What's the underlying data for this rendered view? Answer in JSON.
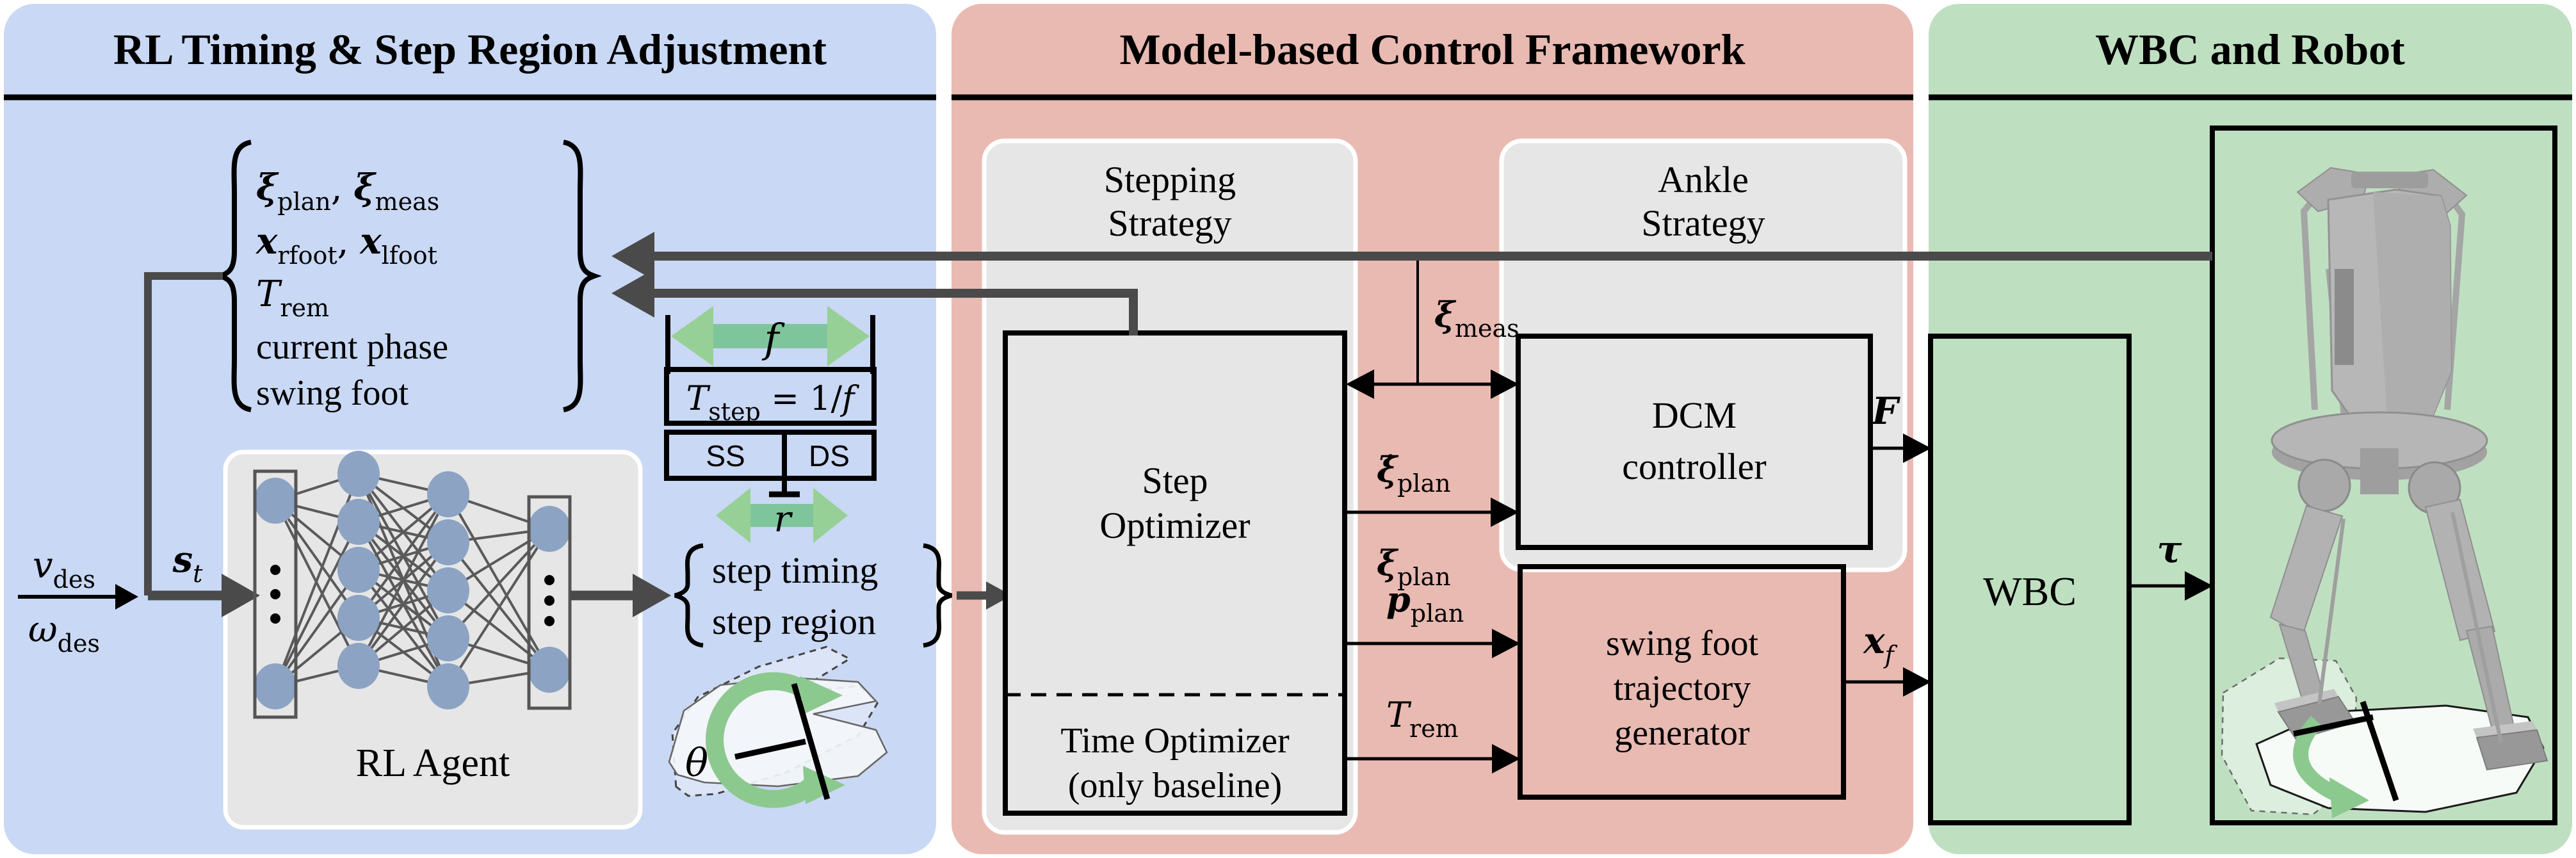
{
  "panels": {
    "rl": {
      "title": "RL Timing & Step Region Adjustment",
      "color": "#c9d8f4"
    },
    "model": {
      "title": "Model-based Control Framework",
      "color": "#e9bab2"
    },
    "wbc": {
      "title": "WBC and Robot",
      "color": "#bfdfc1"
    }
  },
  "state_brace": {
    "l1": [
      {
        "t": "ξ",
        "c": "bi"
      },
      {
        "t": "plan",
        "sub": true
      },
      {
        "t": ", "
      },
      {
        "t": "ξ",
        "c": "bi"
      },
      {
        "t": "meas",
        "sub": true
      }
    ],
    "l2": [
      {
        "t": "x",
        "c": "bi"
      },
      {
        "t": "rfoot",
        "sub": true
      },
      {
        "t": ", "
      },
      {
        "t": "x",
        "c": "bi"
      },
      {
        "t": "lfoot",
        "sub": true
      }
    ],
    "l3": [
      {
        "t": "T",
        "c": "i"
      },
      {
        "t": "rem",
        "sub": true
      }
    ],
    "l4": "current phase",
    "l5": "swing foot"
  },
  "inputs": {
    "v_des": [
      {
        "t": "v",
        "c": "i"
      },
      {
        "t": "des",
        "sub": true
      }
    ],
    "w_des": [
      {
        "t": "ω",
        "c": "i"
      },
      {
        "t": "des",
        "sub": true
      }
    ],
    "s_t": [
      {
        "t": "s",
        "c": "bi"
      },
      {
        "t": "t",
        "sub": true,
        "c": "i"
      }
    ]
  },
  "rl_agent": {
    "label": "RL Agent"
  },
  "timing_diagram": {
    "f": [
      {
        "t": "f",
        "c": "i"
      }
    ],
    "tstep": [
      {
        "t": "T",
        "c": "i"
      },
      {
        "t": "step",
        "sub": true
      },
      {
        "t": " = 1/"
      },
      {
        "t": "f",
        "c": "i"
      }
    ],
    "ss": "SS",
    "ds": "DS",
    "r": [
      {
        "t": "r",
        "c": "i"
      }
    ]
  },
  "action_brace": {
    "l1": "step timing",
    "l2": "step region"
  },
  "foot_diagram": {
    "theta": [
      {
        "t": "θ",
        "c": "i"
      }
    ]
  },
  "stepping_strategy": {
    "t1": "Stepping",
    "t2": "Strategy"
  },
  "step_optimizer": {
    "l1": "Step",
    "l2": "Optimizer"
  },
  "time_optimizer": {
    "l1": "Time Optimizer",
    "l2": "(only baseline)"
  },
  "ankle_strategy": {
    "t1": "Ankle",
    "t2": "Strategy"
  },
  "dcm": {
    "l1": "DCM",
    "l2": "controller"
  },
  "swing_gen": {
    "l1": "swing foot",
    "l2": "trajectory",
    "l3": "generator"
  },
  "signals": {
    "xi_meas": [
      {
        "t": "ξ",
        "c": "bi"
      },
      {
        "t": "meas",
        "sub": true
      }
    ],
    "xi_dot_plan": [
      {
        "t": "ξ̇",
        "c": "bi"
      },
      {
        "t": "plan",
        "sub": true
      }
    ],
    "xi_plan": [
      {
        "t": "ξ",
        "c": "bi"
      },
      {
        "t": "plan",
        "sub": true
      }
    ],
    "p_plan": [
      {
        "t": "p",
        "c": "bi"
      },
      {
        "t": "plan",
        "sub": true
      }
    ],
    "t_rem": [
      {
        "t": "T",
        "c": "i"
      },
      {
        "t": "rem",
        "sub": true
      }
    ],
    "F": [
      {
        "t": "F",
        "c": "bi"
      }
    ],
    "x_f": [
      {
        "t": "x",
        "c": "bi"
      },
      {
        "t": "f",
        "sub": true,
        "c": "i"
      }
    ],
    "tau": [
      {
        "t": "τ",
        "c": "bi"
      }
    ]
  },
  "wbc_block": {
    "label": "WBC"
  },
  "colors": {
    "panel_blue": "#c9d8f4",
    "panel_red": "#e9bab2",
    "panel_green": "#bfdfc1",
    "box_gray": "#e6e6e6",
    "arrow_dark": "#4a4a4a",
    "green_head": "#97d096",
    "green_band": "#7fc59c",
    "green_curve": "#8cc98f",
    "node_blue": "#8ca3c4"
  }
}
